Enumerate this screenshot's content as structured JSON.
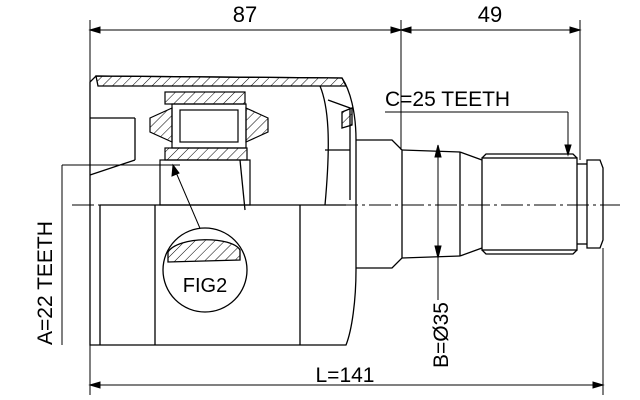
{
  "dimensions": {
    "top_left": "87",
    "top_right": "49",
    "bottom_total": "L=141",
    "spline_outer": "C=25 TEETH",
    "spline_inner": "A=22 TEETH",
    "shaft_diameter": "B=Ø35",
    "figure_ref": "FIG2"
  },
  "colors": {
    "stroke": "#000000",
    "background": "#ffffff"
  }
}
